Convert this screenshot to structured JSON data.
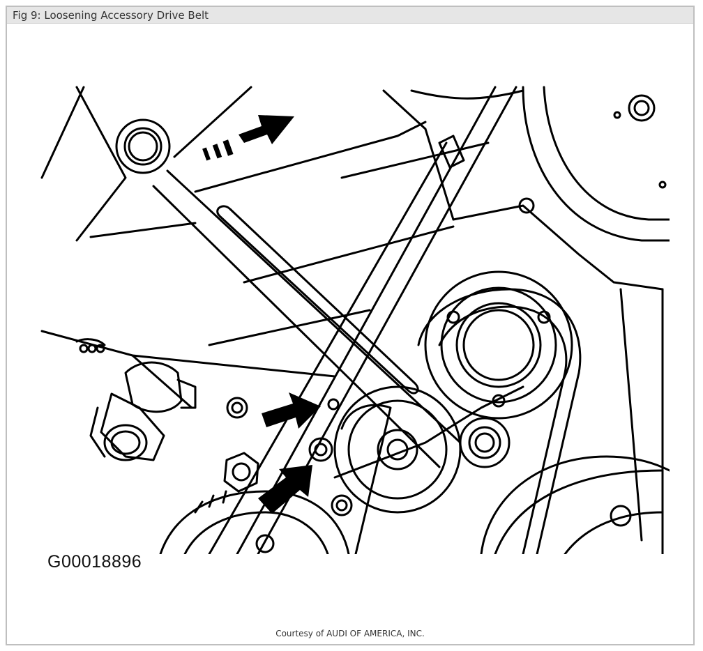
{
  "figure": {
    "title": "Fig 9: Loosening Accessory Drive Belt",
    "id_label": "G00018896",
    "credit": "Courtesy of AUDI OF AMERICA, INC."
  },
  "colors": {
    "ink": "#000000",
    "title_bar": "#e6e6e6",
    "frame_border": "#bfbfbf"
  },
  "illustration": {
    "icons": [
      "wrench-icon",
      "direction-arrow-icon",
      "pointer-arrow-icon",
      "pulley-icon",
      "bolt-icon",
      "drive-belt-icon",
      "socket-icon"
    ]
  }
}
